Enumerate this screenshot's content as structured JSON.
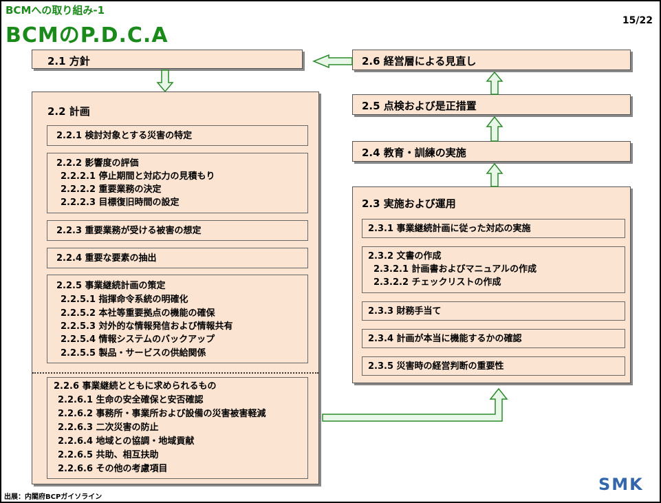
{
  "header": {
    "subtitle": "BCMへの取り組み-1",
    "title": "BCMのP.D.C.A",
    "page": "15/22"
  },
  "left": {
    "policy": "2.1  方針",
    "plan": {
      "title": "2.2  計画",
      "b1": "2.2.1  検討対象とする災害の特定",
      "b2": {
        "head": "2.2.2  影響度の評価",
        "items": [
          "2.2.2.1  停止期間と対応力の見積もり",
          "2.2.2.2  重要業務の決定",
          "2.2.2.3  目標復旧時間の設定"
        ]
      },
      "b3": "2.2.3  重要業務が受ける被害の想定",
      "b4": "2.2.4  重要な要素の抽出",
      "b5": {
        "head": "2.2.5  事業継続計画の策定",
        "items": [
          "2.2.5.1  指揮命令系統の明確化",
          "2.2.5.2  本社等重要拠点の機能の確保",
          "2.2.5.3  対外的な情報発信および情報共有",
          "2.2.5.4  情報システムのバックアップ",
          "2.2.5.5  製品・サービスの供給関係"
        ]
      },
      "b6": {
        "head": "2.2.6  事業継続とともに求められるもの",
        "items": [
          "2.2.6.1  生命の安全確保と安否確認",
          "2.2.6.2  事務所・事業所および設備の災害被害軽減",
          "2.2.6.3  二次災害の防止",
          "2.2.6.4  地域との協調・地域貢献",
          "2.2.6.5  共助、相互扶助",
          "2.2.6.6  その他の考慮項目"
        ]
      }
    }
  },
  "right": {
    "review": "2.6  経営層による見直し",
    "check": "2.5  点検および是正措置",
    "training": "2.4  教育・訓練の実施",
    "do": {
      "title": "2.3  実施および運用",
      "b1": "2.3.1  事業継続計画に従った対応の実施",
      "b2": {
        "head": "2.3.2  文書の作成",
        "items": [
          "2.3.2.1  計画書およびマニュアルの作成",
          "2.3.2.2  チェックリストの作成"
        ]
      },
      "b3": "2.3.3  財務手当て",
      "b4": "2.3.4  計画が本当に機能するかの確認",
      "b5": "2.3.5  災害時の経営判断の重要性"
    }
  },
  "footer": {
    "source": "出展：内閣府BCPガイソライン",
    "logo": "SMK"
  },
  "colors": {
    "box_fill": "#fbe5d2",
    "title_green": "#1a8a1a",
    "arrow_fill": "#e9f7e9",
    "arrow_stroke": "#2a8a2a"
  }
}
